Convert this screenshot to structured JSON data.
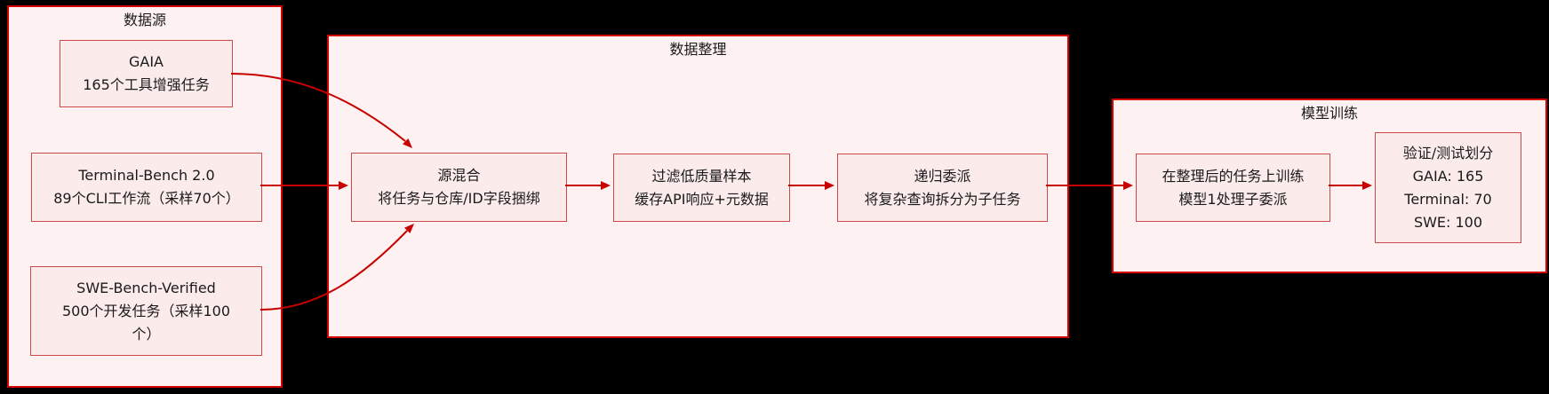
{
  "colors": {
    "background": "#000000",
    "container_fill": "#fdf1f1",
    "container_border": "#d40000",
    "node_fill": "#fbebeb",
    "node_border": "#cc4a4a",
    "arrow": "#c80000",
    "text": "#1a1a1a"
  },
  "groups": [
    {
      "title": "数据源",
      "nodes": [
        {
          "name": "gaia",
          "lines": [
            "GAIA",
            "165个工具增强任务"
          ]
        },
        {
          "name": "terminal-bench",
          "lines": [
            "Terminal-Bench 2.0",
            "89个CLI工作流（采样70个）"
          ]
        },
        {
          "name": "swe-bench-verified",
          "lines": [
            "SWE-Bench-Verified",
            "500个开发任务（采样100",
            "个）"
          ]
        }
      ]
    },
    {
      "title": "数据整理",
      "nodes": [
        {
          "name": "source-mixing",
          "lines": [
            "源混合",
            "将任务与仓库/ID字段捆绑"
          ]
        },
        {
          "name": "filter-low-quality",
          "lines": [
            "过滤低质量样本",
            "缓存API响应+元数据"
          ]
        },
        {
          "name": "recursive-delegation",
          "lines": [
            "递归委派",
            "将复杂查询拆分为子任务"
          ]
        }
      ]
    },
    {
      "title": "模型训练",
      "nodes": [
        {
          "name": "train-on-curated",
          "lines": [
            "在整理后的任务上训练",
            "模型1处理子委派"
          ]
        },
        {
          "name": "val-test-split",
          "lines": [
            "验证/测试划分",
            "GAIA: 165",
            "Terminal: 70",
            "SWE: 100"
          ]
        }
      ]
    }
  ],
  "edges": [
    {
      "from": "GAIA",
      "to": "源混合"
    },
    {
      "from": "Terminal-Bench 2.0",
      "to": "源混合"
    },
    {
      "from": "SWE-Bench-Verified",
      "to": "源混合"
    },
    {
      "from": "源混合",
      "to": "过滤低质量样本"
    },
    {
      "from": "过滤低质量样本",
      "to": "递归委派"
    },
    {
      "from": "递归委派",
      "to": "在整理后的任务上训练"
    },
    {
      "from": "在整理后的任务上训练",
      "to": "验证/测试划分"
    }
  ]
}
